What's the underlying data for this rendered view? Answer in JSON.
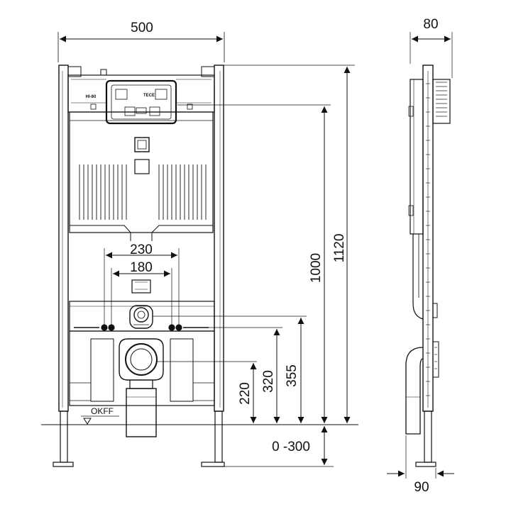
{
  "front_view": {
    "width_dim": "500",
    "spacing_outer_dim": "230",
    "spacing_inner_dim": "180",
    "floor_label": "OKFF",
    "plate_brand": "TECE",
    "plate_left_marker": "HI-80",
    "heights": {
      "top_dim": "1120",
      "plate_dim": "1000",
      "tie_rod_dim": "355",
      "inlet_dim": "320",
      "outlet_dim": "220",
      "foot_adjust_dim": "0 -300"
    }
  },
  "side_view": {
    "depth_top_dim": "80",
    "depth_bottom_dim": "90"
  },
  "colors": {
    "line": "#111111",
    "fill_light": "#ffffff",
    "fill_gray": "#e8e8e8"
  }
}
